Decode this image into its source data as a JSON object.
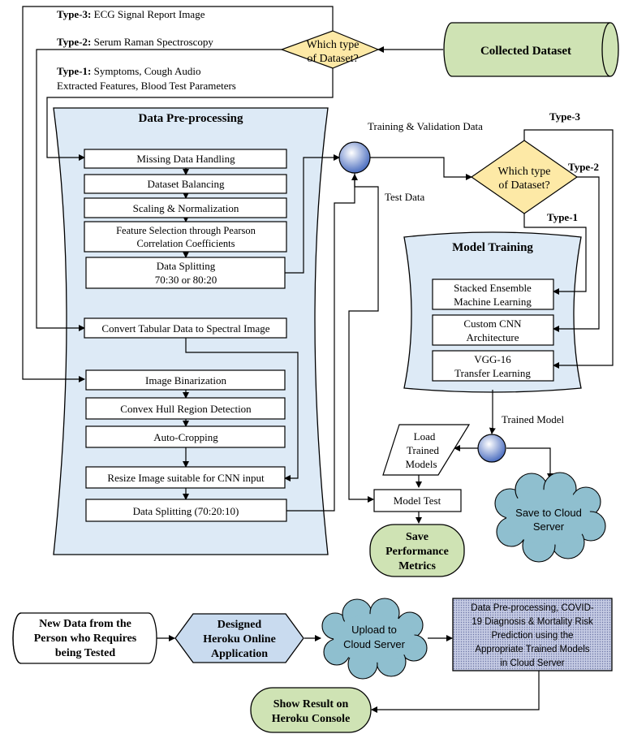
{
  "top": {
    "collected_dataset": "Collected Dataset",
    "decision1": [
      "Which type",
      "of Dataset?"
    ],
    "type3_tag": "Type-3:",
    "type3_text": "ECG Signal Report Image",
    "type2_tag": "Type-2:",
    "type2_text": "Serum Raman Spectroscopy",
    "type1_tag": "Type-1:",
    "type1_text": "Symptoms, Cough Audio",
    "type1_text2": "Extracted Features, Blood Test Parameters"
  },
  "preprocessing": {
    "title": "Data Pre-processing",
    "missing": "Missing Data Handling",
    "balancing": "Dataset Balancing",
    "scaling": "Scaling & Normalization",
    "feature": [
      "Feature Selection through Pearson",
      "Correlation Coefficients"
    ],
    "splitting": [
      "Data Splitting",
      "70:30 or 80:20"
    ],
    "convert": "Convert Tabular Data to Spectral Image",
    "binarization": "Image Binarization",
    "convex": "Convex Hull Region Detection",
    "autocrop": "Auto-Cropping",
    "resize": "Resize Image suitable for CNN input",
    "splitting2": "Data Splitting (70:20:10)"
  },
  "flow": {
    "train_val": "Training & Validation Data",
    "test_data": "Test Data",
    "decision2": [
      "Which type",
      "of Dataset?"
    ],
    "type3": "Type-3",
    "type2": "Type-2",
    "type1": "Type-1",
    "trained_model": "Trained Model"
  },
  "training": {
    "title": "Model Training",
    "stacked": [
      "Stacked Ensemble",
      "Machine Learning"
    ],
    "cnn": [
      "Custom CNN",
      "Architecture"
    ],
    "vgg": [
      "VGG-16",
      "Transfer Learning"
    ]
  },
  "eval": {
    "load": [
      "Load",
      "Trained",
      "Models"
    ],
    "model_test": "Model Test",
    "save_metrics": [
      "Save",
      "Performance",
      "Metrics"
    ],
    "save_cloud": [
      "Save to Cloud",
      "Server"
    ]
  },
  "bottom": {
    "new_data": [
      "New Data from the",
      "Person who Requires",
      "being Tested"
    ],
    "heroku_app": [
      "Designed",
      "Heroku Online",
      "Application"
    ],
    "upload": [
      "Upload to",
      "Cloud Server"
    ],
    "process": [
      "Data Pre-processing, COVID-",
      "19 Diagnosis & Mortality Risk",
      "Prediction using the",
      "Appropriate Trained Models",
      "in Cloud Server"
    ],
    "result": [
      "Show Result on",
      "Heroku Console"
    ]
  },
  "colors": {
    "decision_fill": "#fde9a6",
    "panel_fill": "#ddeaf6",
    "cloud_fill": "#8fbfcf",
    "terminator_fill": "#cfe3b4",
    "hexagon_fill": "#c9dbef",
    "process_fill": "#b7bfdb"
  }
}
